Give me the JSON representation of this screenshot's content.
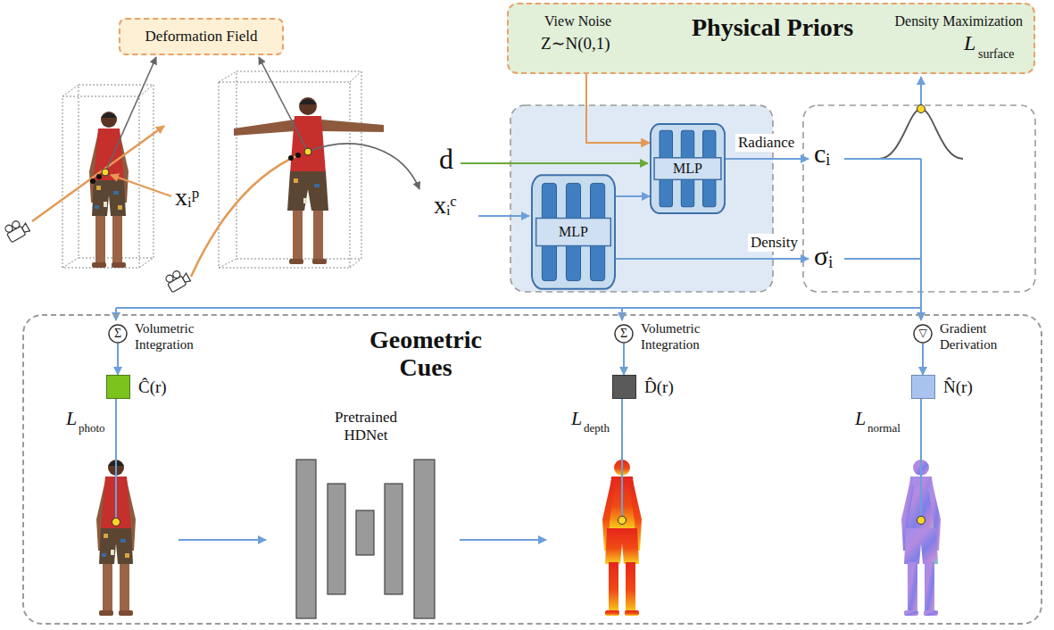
{
  "diagram": {
    "nodes": [
      {
        "text": [
          "Deformation Field"
        ]
      },
      {
        "text": [
          "View Noise",
          "Z∼N(0,1)",
          "Physical Priors",
          "Density Maximization",
          "L",
          "surface"
        ]
      },
      {
        "text": [
          "MLP"
        ]
      },
      {
        "text": [
          "MLP"
        ]
      },
      {
        "text": [
          "Geometric Cues"
        ]
      },
      {
        "text": [
          "Σ",
          "Volumetric Integration"
        ],
        "in": 4
      },
      {
        "text": [
          "Ĉ(r)"
        ],
        "in": 4
      },
      {
        "text": [
          "Pretrained HDNet"
        ],
        "in": 4
      },
      {
        "text": [
          "Σ",
          "Volumetric Integration"
        ],
        "in": 4
      },
      {
        "text": [
          "D̂(r)"
        ],
        "in": 4
      },
      {
        "text": [
          "▽",
          "Gradient Derivation"
        ],
        "in": 4
      },
      {
        "text": [
          "N̂(r)"
        ],
        "in": 4
      }
    ],
    "edges": [
      {
        "from": 2,
        "to": 3,
        "arrow": "to"
      },
      {
        "from": 1,
        "to": 3,
        "arrow": "to"
      },
      {
        "from": 5,
        "to": 6,
        "arrow": "to"
      },
      {
        "from": 8,
        "to": 9,
        "arrow": "to"
      },
      {
        "from": 10,
        "to": 11,
        "arrow": "to"
      }
    ],
    "labels": [
      "xᵢᵖ",
      "d",
      "xᵢᶜ",
      "Radiance",
      "cᵢ",
      "Density",
      "σᵢ",
      "L",
      "photo",
      "L",
      "depth",
      "L",
      "normal"
    ]
  }
}
